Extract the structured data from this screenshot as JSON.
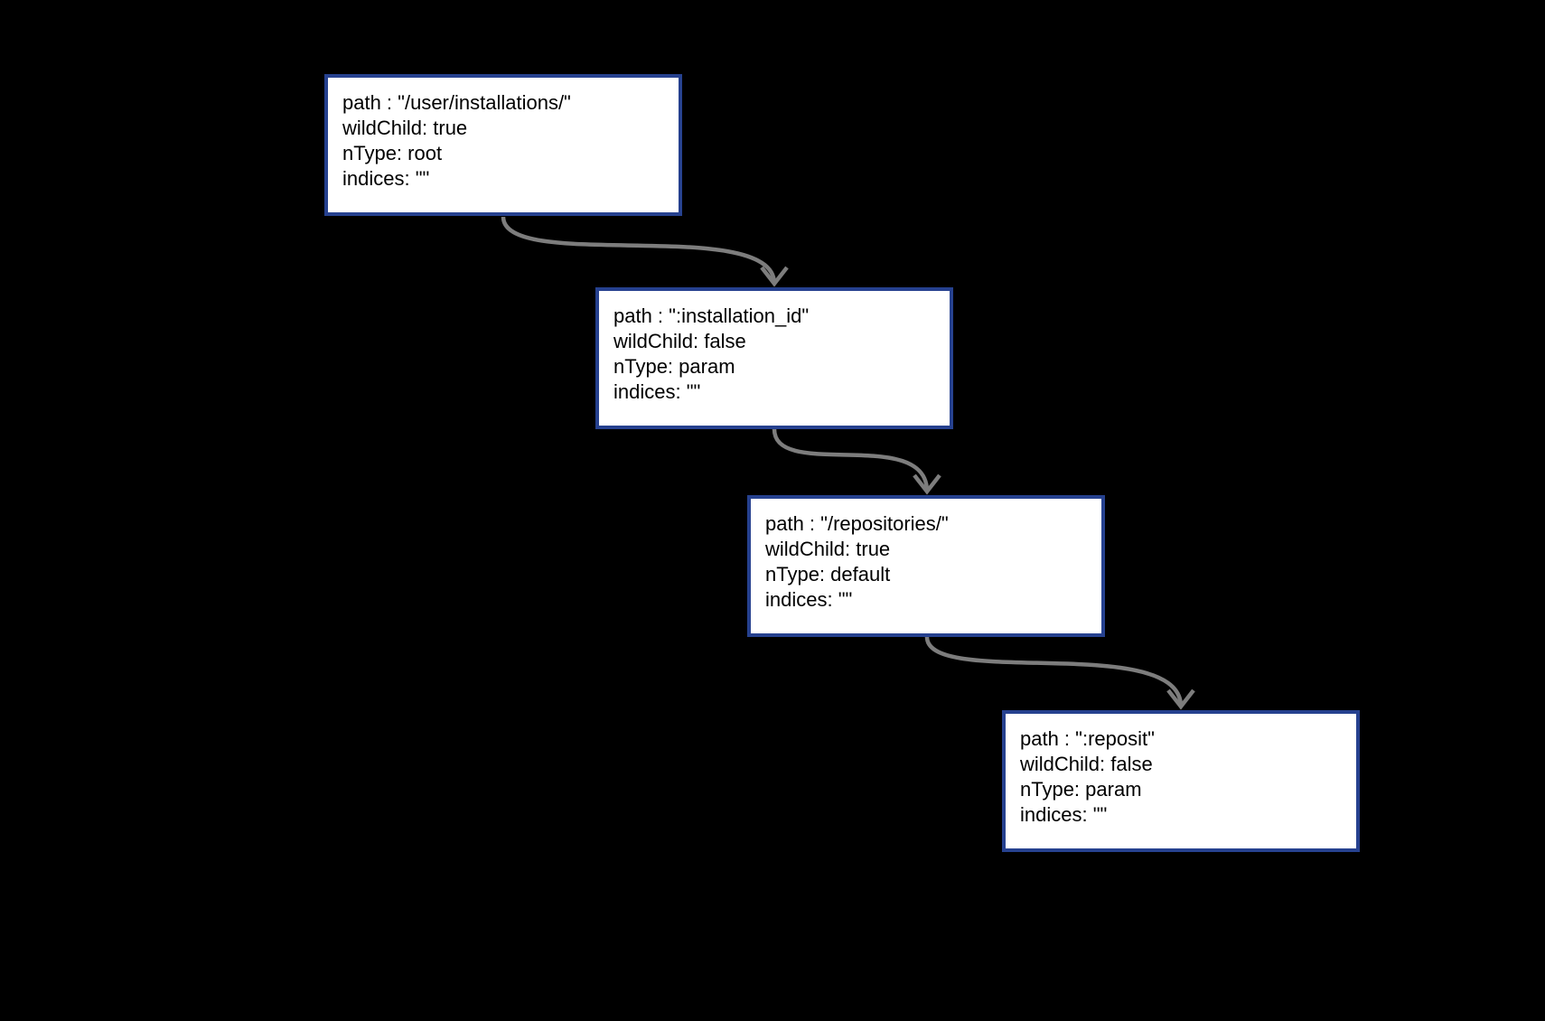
{
  "diagram": {
    "colors": {
      "background": "#000000",
      "node_border": "#26418f",
      "node_fill": "#ffffff",
      "arrow": "#7d7d7d",
      "text": "#000000"
    },
    "nodes": [
      {
        "id": "root",
        "lines": [
          "path : \"/user/installations/\"",
          "wildChild: true",
          "nType: root",
          "indices: \"\""
        ]
      },
      {
        "id": "installation_id",
        "lines": [
          "path : \":installation_id\"",
          "wildChild: false",
          "nType: param",
          "indices: \"\""
        ]
      },
      {
        "id": "repositories",
        "lines": [
          "path : \"/repositories/\"",
          "wildChild: true",
          "nType: default",
          "indices: \"\""
        ]
      },
      {
        "id": "reposit",
        "lines": [
          "path : \":reposit\"",
          "wildChild: false",
          "nType: param",
          "indices: \"\""
        ]
      }
    ],
    "edges": [
      {
        "from": "root",
        "to": "installation_id"
      },
      {
        "from": "installation_id",
        "to": "repositories"
      },
      {
        "from": "repositories",
        "to": "reposit"
      }
    ]
  }
}
